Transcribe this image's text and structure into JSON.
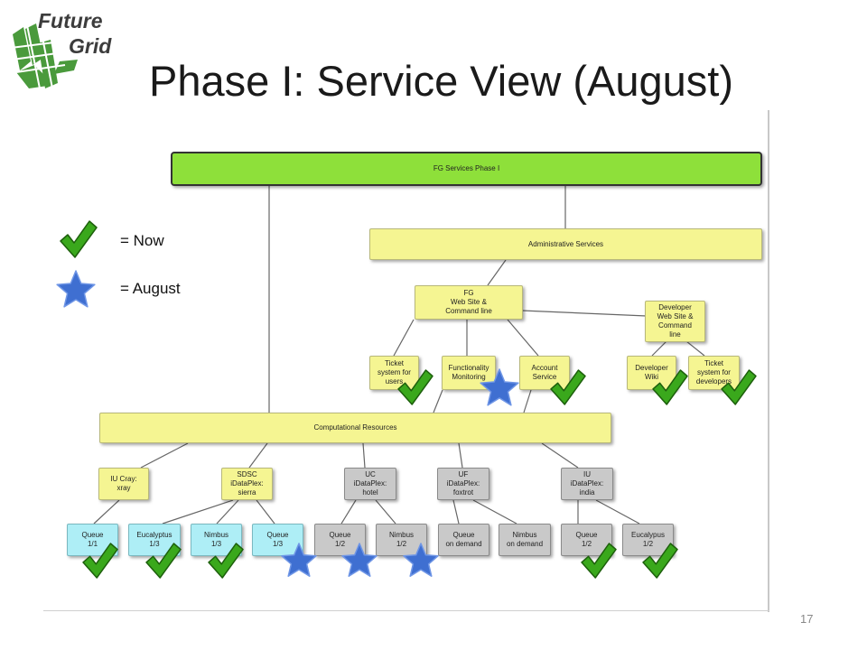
{
  "slide": {
    "title": "Phase I: Service View (August)",
    "page_number": "17",
    "logo_text": [
      "Future",
      "Grid"
    ]
  },
  "legend": {
    "now_label": "= Now",
    "august_label": "= August",
    "now_icon": "green-check-icon",
    "august_icon": "blue-star-icon"
  },
  "colors": {
    "root": "#8ee03a",
    "service": "#f5f592",
    "queue_cyan": "#aeeef6",
    "queue_gray": "#c9c9c9",
    "check": "#3aa81c",
    "star": "#3f6fd1"
  },
  "diagram": {
    "root": "FG Services Phase I",
    "admin": "Administrative Services",
    "web": "FG\nWeb Site &\nCommand line",
    "dev_web": "Developer\nWeb Site &\nCommand\nline",
    "ticket_users": "Ticket\nsystem for\nusers",
    "func_mon": "Functionality\nMonitoring",
    "account": "Account\nService",
    "dev_wiki": "Developer\nWiki",
    "ticket_dev": "Ticket\nsystem for\ndevelopers",
    "comp": "Computational Resources",
    "iu_cray": "IU Cray:\nxray",
    "sdsc": "SDSC\niDataPlex:\nsierra",
    "uc": "UC\niDataPlex:\nhotel",
    "uf": "UF\niDataPlex:\nfoxtrot",
    "iu": "IU\niDataPlex:\nindia",
    "q_cray": "Queue\n1/1",
    "euc_sdsc": "Eucalyptus\n1/3",
    "nimbus_sdsc": "Nimbus\n1/3",
    "q_sdsc": "Queue\n1/3",
    "q_uc": "Queue\n1/2",
    "nimbus_uc": "Nimbus\n1/2",
    "q_uf": "Queue\non demand",
    "nimbus_uf": "Nimbus\non demand",
    "q_iu": "Queue\n1/2",
    "euc_iu": "Eucalypus\n1/2"
  }
}
